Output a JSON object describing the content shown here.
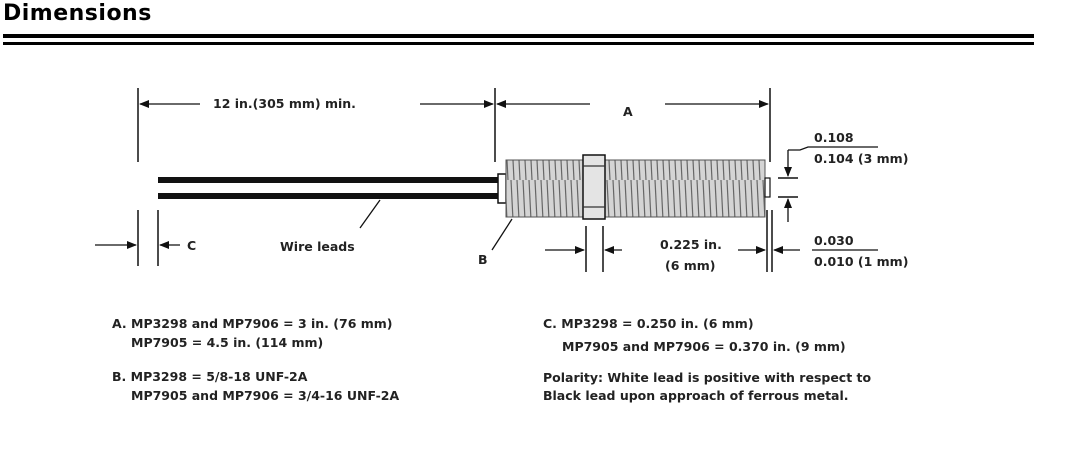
{
  "header": {
    "title": "Dimensions"
  },
  "drawing": {
    "dim_wire_length": "12 in.(305 mm)  min.",
    "dim_a": "A",
    "dim_thread_top": "0.108",
    "dim_thread_bottom": "0.104 (3 mm)",
    "dim_c": "C",
    "wire_leads": "Wire leads",
    "dim_b": "B",
    "dim_nut_line1": "0.225 in.",
    "dim_nut_line2": "(6 mm)",
    "dim_tip_top": "0.030",
    "dim_tip_bottom": "0.010 (1 mm)"
  },
  "notes": {
    "a_line1": "A. MP3298 and MP7906 = 3 in. (76 mm)",
    "a_line2": "MP7905 = 4.5 in. (114 mm)",
    "b_line1": "B. MP3298 = 5/8-18 UNF-2A",
    "b_line2": "MP7905 and MP7906 = 3/4-16 UNF-2A",
    "c_line1": "C. MP3298 = 0.250 in. (6 mm)",
    "c_line2": "MP7905 and MP7906 = 0.370 in. (9 mm)",
    "polarity_line1": "Polarity:  White lead is positive with respect to",
    "polarity_line2": "Black lead upon approach of ferrous metal."
  }
}
